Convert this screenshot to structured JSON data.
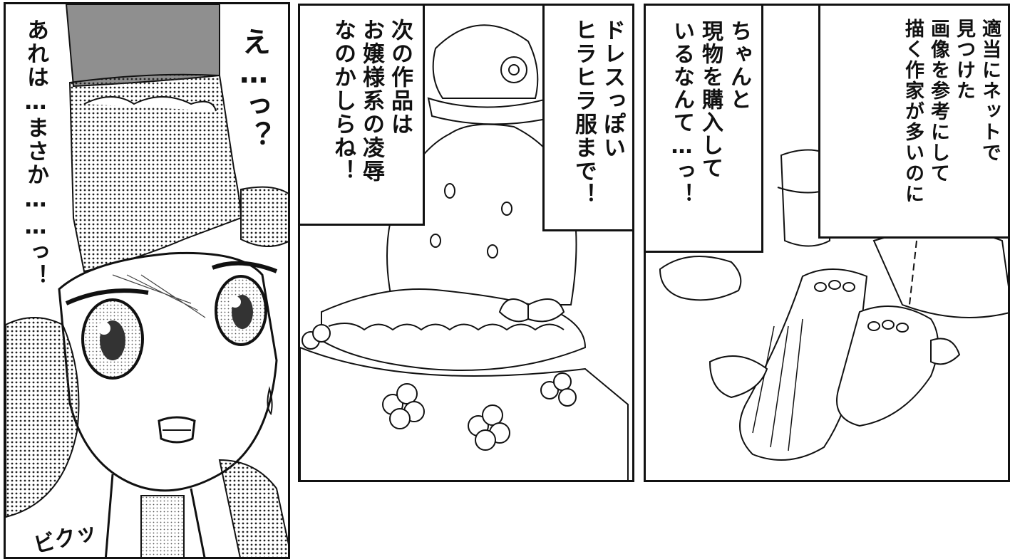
{
  "panels": {
    "left": {
      "caption_main": "え…っ？",
      "caption_sub": "あれは…まさか……っ！",
      "sfx": "ビクッ"
    },
    "middle": {
      "caption_right": "ドレスっぽい\nヒラヒラ服まで！",
      "caption_left": "次の作品は\nお嬢様系の凌辱\nなのかしらね！"
    },
    "right": {
      "caption_right": "適当にネットで\n見つけた\n画像を参考にして\n描く作家が多いのに",
      "caption_left": "ちゃんと\n現物を購入して\nいるなんて…っ！"
    }
  }
}
